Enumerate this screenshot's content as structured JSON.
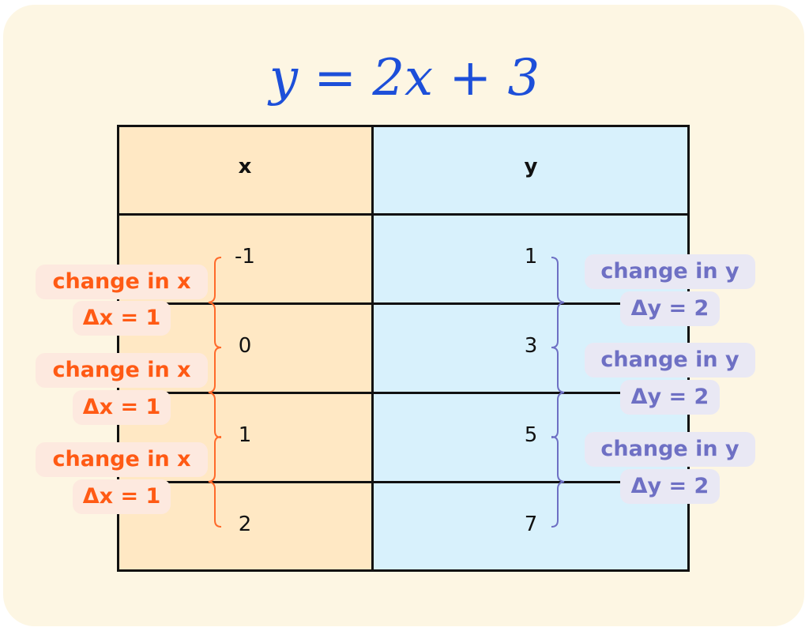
{
  "title": "y = 2x + 3",
  "table": {
    "headers": [
      "x",
      "y"
    ],
    "rows": [
      {
        "x": "-1",
        "y": "1"
      },
      {
        "x": "0",
        "y": "3"
      },
      {
        "x": "1",
        "y": "5"
      },
      {
        "x": "2",
        "y": "7"
      }
    ]
  },
  "changes_x": [
    {
      "label": "change in x",
      "delta": "Δx = 1"
    },
    {
      "label": "change in x",
      "delta": "Δx = 1"
    },
    {
      "label": "change in x",
      "delta": "Δx = 1"
    }
  ],
  "changes_y": [
    {
      "label": "change in y",
      "delta": "Δy = 2"
    },
    {
      "label": "change in y",
      "delta": "Δy = 2"
    },
    {
      "label": "change in y",
      "delta": "Δy = 2"
    }
  ],
  "colors": {
    "title": "#1d4fd9",
    "x_accent": "#ff5a14",
    "y_accent": "#6e70c4",
    "x_col": "#ffe8c4",
    "y_col": "#d8f1fc"
  }
}
